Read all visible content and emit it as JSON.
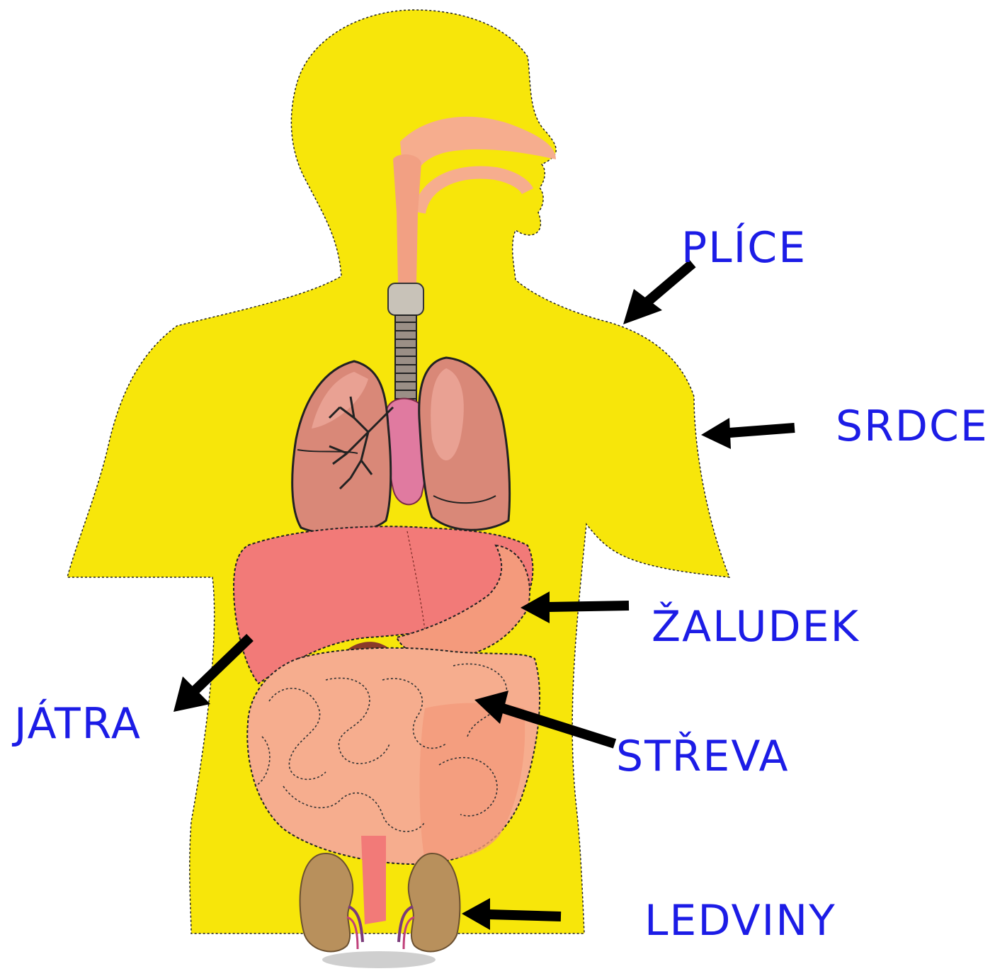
{
  "diagram": {
    "labels": {
      "lungs": "PLÍCE",
      "heart": "SRDCE",
      "stomach": "ŽALUDEK",
      "liver": "JÁTRA",
      "intestines": "STŘEVA",
      "kidneys": "LEDVINY"
    },
    "colors": {
      "body": "#f7e60a",
      "label": "#1c1ce6",
      "liver": "#f27a78",
      "stomach": "#f49a7c",
      "intestine": "#f6ad8e",
      "lungs": "#d98878",
      "airway": "#f2a083",
      "kidneys": "#b8905c",
      "arrow": "#000000"
    },
    "icons": [
      "human-body-silhouette",
      "lungs-icon",
      "heart-icon",
      "liver-icon",
      "stomach-icon",
      "intestines-icon",
      "kidneys-icon"
    ]
  }
}
